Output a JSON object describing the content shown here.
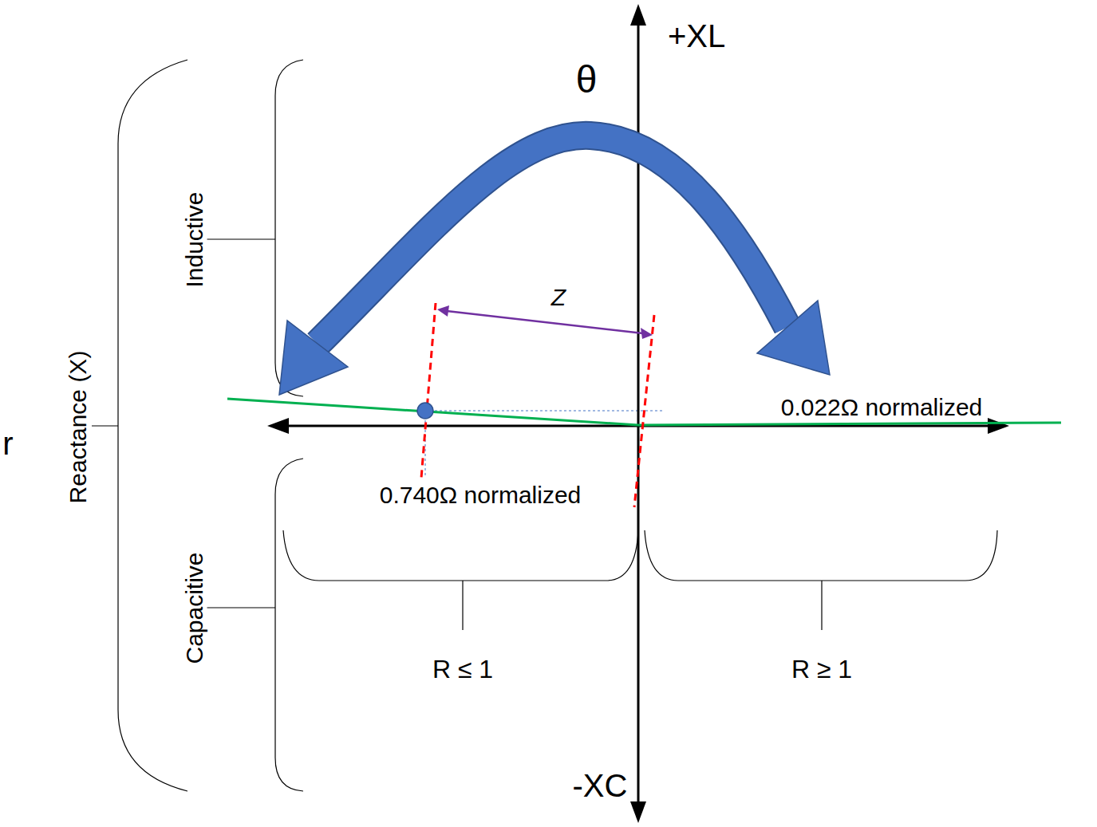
{
  "diagram": {
    "labels": [
      "θ",
      "+XL",
      "-XC",
      "Inductive",
      "Capacitive",
      "Reactance (X)",
      "r",
      "Z",
      "0.740Ω normalized",
      "0.022Ω normalized",
      "R ≤ 1",
      "R ≥ 1"
    ]
  }
}
